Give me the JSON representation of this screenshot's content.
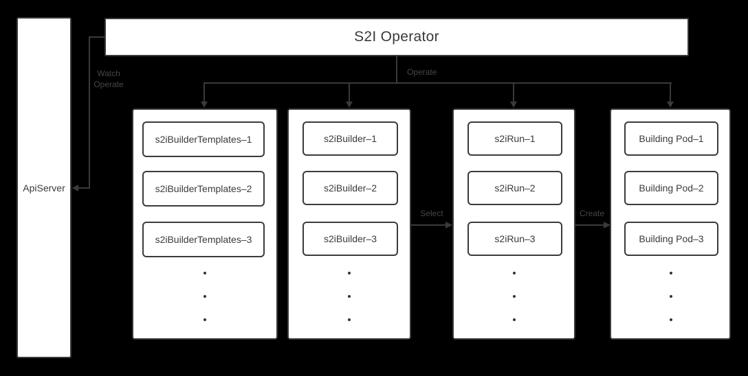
{
  "title": "S2I Operator",
  "api_server_label": "ApiServer",
  "edges": {
    "watch": {
      "line1": "Watch",
      "line2": "Operate"
    },
    "operate": "Operate",
    "select": "Select",
    "create": "Create"
  },
  "columns": [
    {
      "name": "s2iBuilderTemplates",
      "items": [
        "s2iBuilderTemplates–1",
        "s2iBuilderTemplates–2",
        "s2iBuilderTemplates–3"
      ]
    },
    {
      "name": "s2iBuilder",
      "items": [
        "s2iBuilder–1",
        "s2iBuilder–2",
        "s2iBuilder–3"
      ]
    },
    {
      "name": "s2iRun",
      "items": [
        "s2iRun–1",
        "s2iRun–2",
        "s2iRun–3"
      ]
    },
    {
      "name": "Building Pod",
      "items": [
        "Building Pod–1",
        "Building Pod–2",
        "Building Pod–3"
      ]
    }
  ],
  "colors": {
    "background": "#000000",
    "box_fill": "#ffffff",
    "stroke": "#3a3a3a",
    "box_text": "#3a3a3a",
    "edge_label": "#474747"
  }
}
